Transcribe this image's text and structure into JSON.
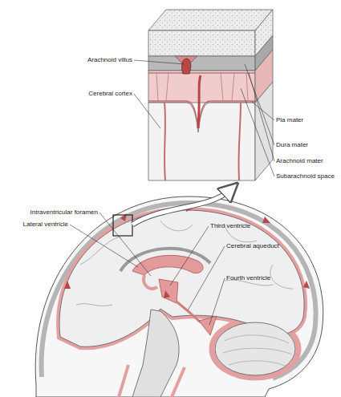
{
  "diagram": {
    "labels": [
      "Arachnoid villus",
      "Cerebral cortex",
      "Pia mater",
      "Dura mater",
      "Arachnoid mater",
      "Subarachnoid space",
      "Intraventricular foramen",
      "Lateral ventricle",
      "Third ventricle",
      "Cerebral aqueduct",
      "Fourth ventricle"
    ]
  }
}
